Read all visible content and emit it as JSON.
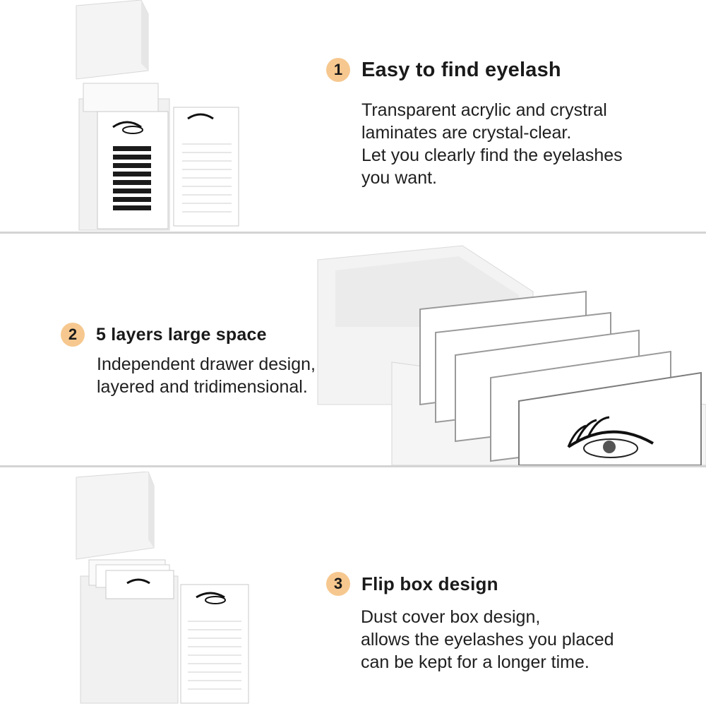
{
  "features": [
    {
      "number": "1",
      "title": "Easy to find eyelash",
      "lines": [
        "Transparent acrylic and crystral",
        "laminates are crystal-clear.",
        "Let you clearly find the eyelashes",
        "you want."
      ]
    },
    {
      "number": "2",
      "title": "5 layers large space",
      "lines": [
        "Independent drawer design,",
        "layered and tridimensional."
      ]
    },
    {
      "number": "3",
      "title": "Flip box design",
      "lines": [
        "Dust cover box design,",
        "allows the eyelashes you placed",
        "can be kept for a longer time."
      ]
    }
  ],
  "colors": {
    "badge": "#f6c88f",
    "divider": "#d4d4d4"
  }
}
